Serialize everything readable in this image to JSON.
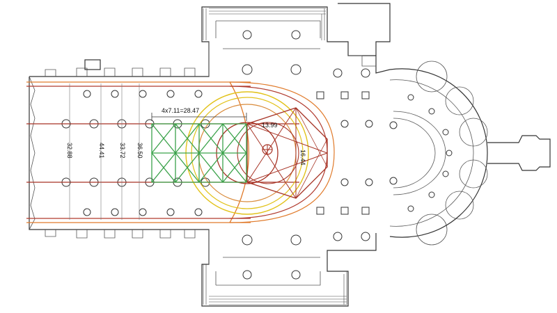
{
  "annotations": {
    "bay_formula": "4x7.11=28.47",
    "crossing_width": "13.99",
    "crossing_depth": "16.44",
    "span_a": "32.88",
    "span_b": "44.41",
    "span_c": "33.72",
    "span_d": "36.50"
  },
  "colors": {
    "outer_lines": "#e07a2a",
    "inner_lines": "#b03a2e",
    "circle_yellow": "#e2c21a",
    "circle_orange": "#d98a3a",
    "geometry_red": "#a63224",
    "bay_green": "#3aa24a",
    "plan_lines": "#333333"
  }
}
